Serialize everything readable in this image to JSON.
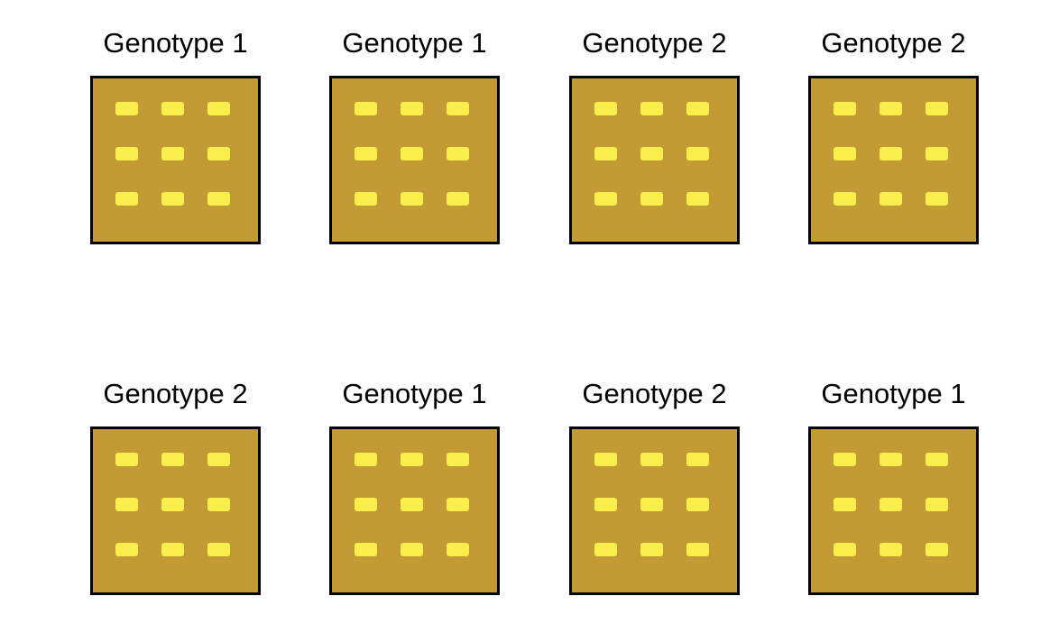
{
  "figure": {
    "description": "Grid of eight planting trays labeled by genotype, each tray holding a 3x3 grid of seed cells",
    "background": "#ffffff"
  },
  "colors": {
    "figure-background": "#ffffff",
    "panel-fill": "#c39b35",
    "panel-border": "#000000",
    "seed-fill": "#f9ee4b",
    "title-color": "#000000"
  },
  "panels": [
    {
      "row": 0,
      "col": 0,
      "title": "Genotype 1"
    },
    {
      "row": 0,
      "col": 1,
      "title": "Genotype 1"
    },
    {
      "row": 0,
      "col": 2,
      "title": "Genotype 2"
    },
    {
      "row": 0,
      "col": 3,
      "title": "Genotype 2"
    },
    {
      "row": 1,
      "col": 0,
      "title": "Genotype 2"
    },
    {
      "row": 1,
      "col": 1,
      "title": "Genotype 1"
    },
    {
      "row": 1,
      "col": 2,
      "title": "Genotype 2"
    },
    {
      "row": 1,
      "col": 3,
      "title": "Genotype 1"
    }
  ],
  "seed_grid": {
    "rows": 3,
    "cols": 3,
    "cells_per_panel": 9
  }
}
